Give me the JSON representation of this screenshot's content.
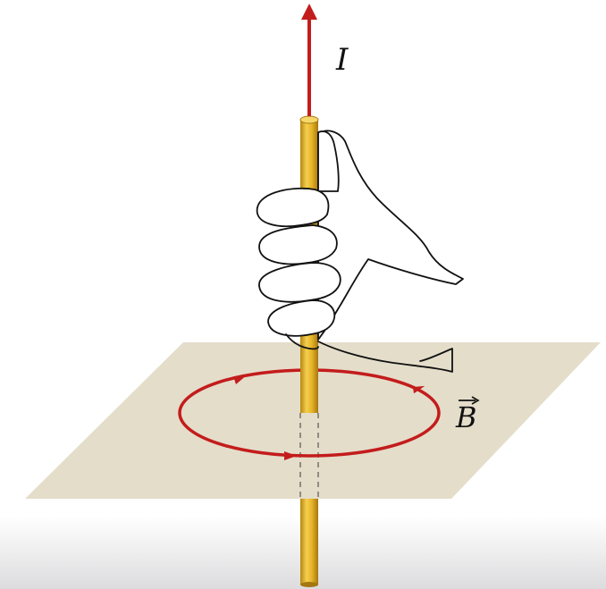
{
  "labels": {
    "current": "I",
    "field": "B"
  },
  "colors": {
    "plane": "#e4ddca",
    "wire": "#e8b92c",
    "wire_shade": "#a87a10",
    "arrow": "#c31c1c",
    "hand_outline": "#111111",
    "hand_fill": "#ffffff",
    "footer": "#e2e2e4"
  },
  "icons": {
    "current_arrow": "arrow-up-icon",
    "field_loop": "circular-arrow-loop",
    "vector_symbol": "right-arrow-over-letter"
  }
}
